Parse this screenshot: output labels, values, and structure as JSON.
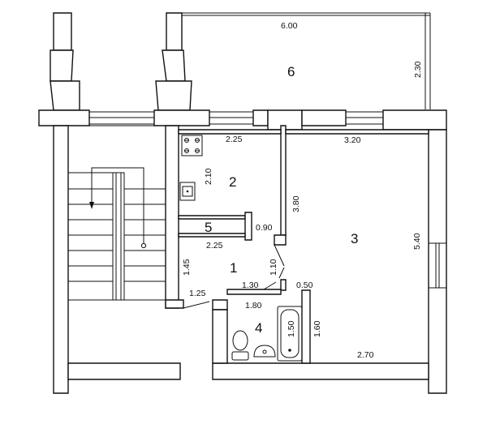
{
  "floorplan": {
    "rooms": [
      {
        "number": "1"
      },
      {
        "number": "2"
      },
      {
        "number": "3"
      },
      {
        "number": "4"
      },
      {
        "number": "5"
      },
      {
        "number": "6"
      }
    ],
    "dimensions": {
      "balcony_width": "6.00",
      "balcony_depth": "2.30",
      "kitchen_width": "2.25",
      "kitchen_depth": "2.10",
      "room3_width": "3.20",
      "room3_wall": "3.80",
      "room3_depth": "5.40",
      "room3_bottom": "2.70",
      "closet_depth": "0.90",
      "closet_width": "2.25",
      "hall_depth": "1.45",
      "hall_side": "1.10",
      "hall_width": "1.30",
      "hall_entry": "1.25",
      "door_gap": "0.50",
      "bath_width": "1.80",
      "bath_depth": "1.60",
      "tub_length": "1.50"
    }
  }
}
